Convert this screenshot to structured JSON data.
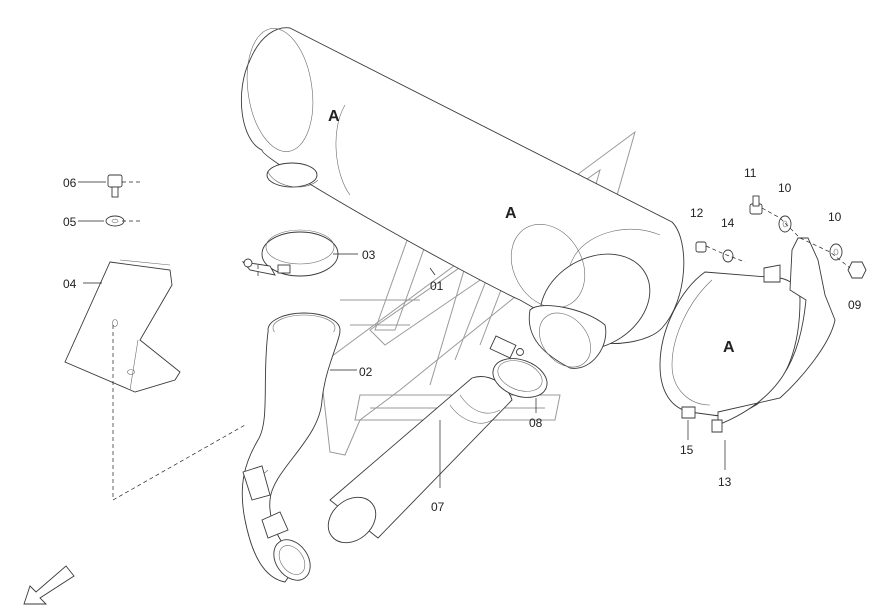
{
  "diagram": {
    "part_numbers": {
      "p01": "01",
      "p02": "02",
      "p03": "03",
      "p04": "04",
      "p05": "05",
      "p06": "06",
      "p07": "07",
      "p08": "08",
      "p09": "09",
      "p10a": "10",
      "p10b": "10",
      "p11": "11",
      "p12": "12",
      "p13": "13",
      "p14": "14",
      "p15": "15"
    },
    "view_markers": {
      "a1": "A",
      "a2": "A",
      "a3": "A"
    },
    "colors": {
      "line": "#3a3a3a",
      "watermark": "#9a9a9a",
      "background": "#ffffff"
    },
    "icons": [
      "direction-arrow-icon"
    ]
  }
}
